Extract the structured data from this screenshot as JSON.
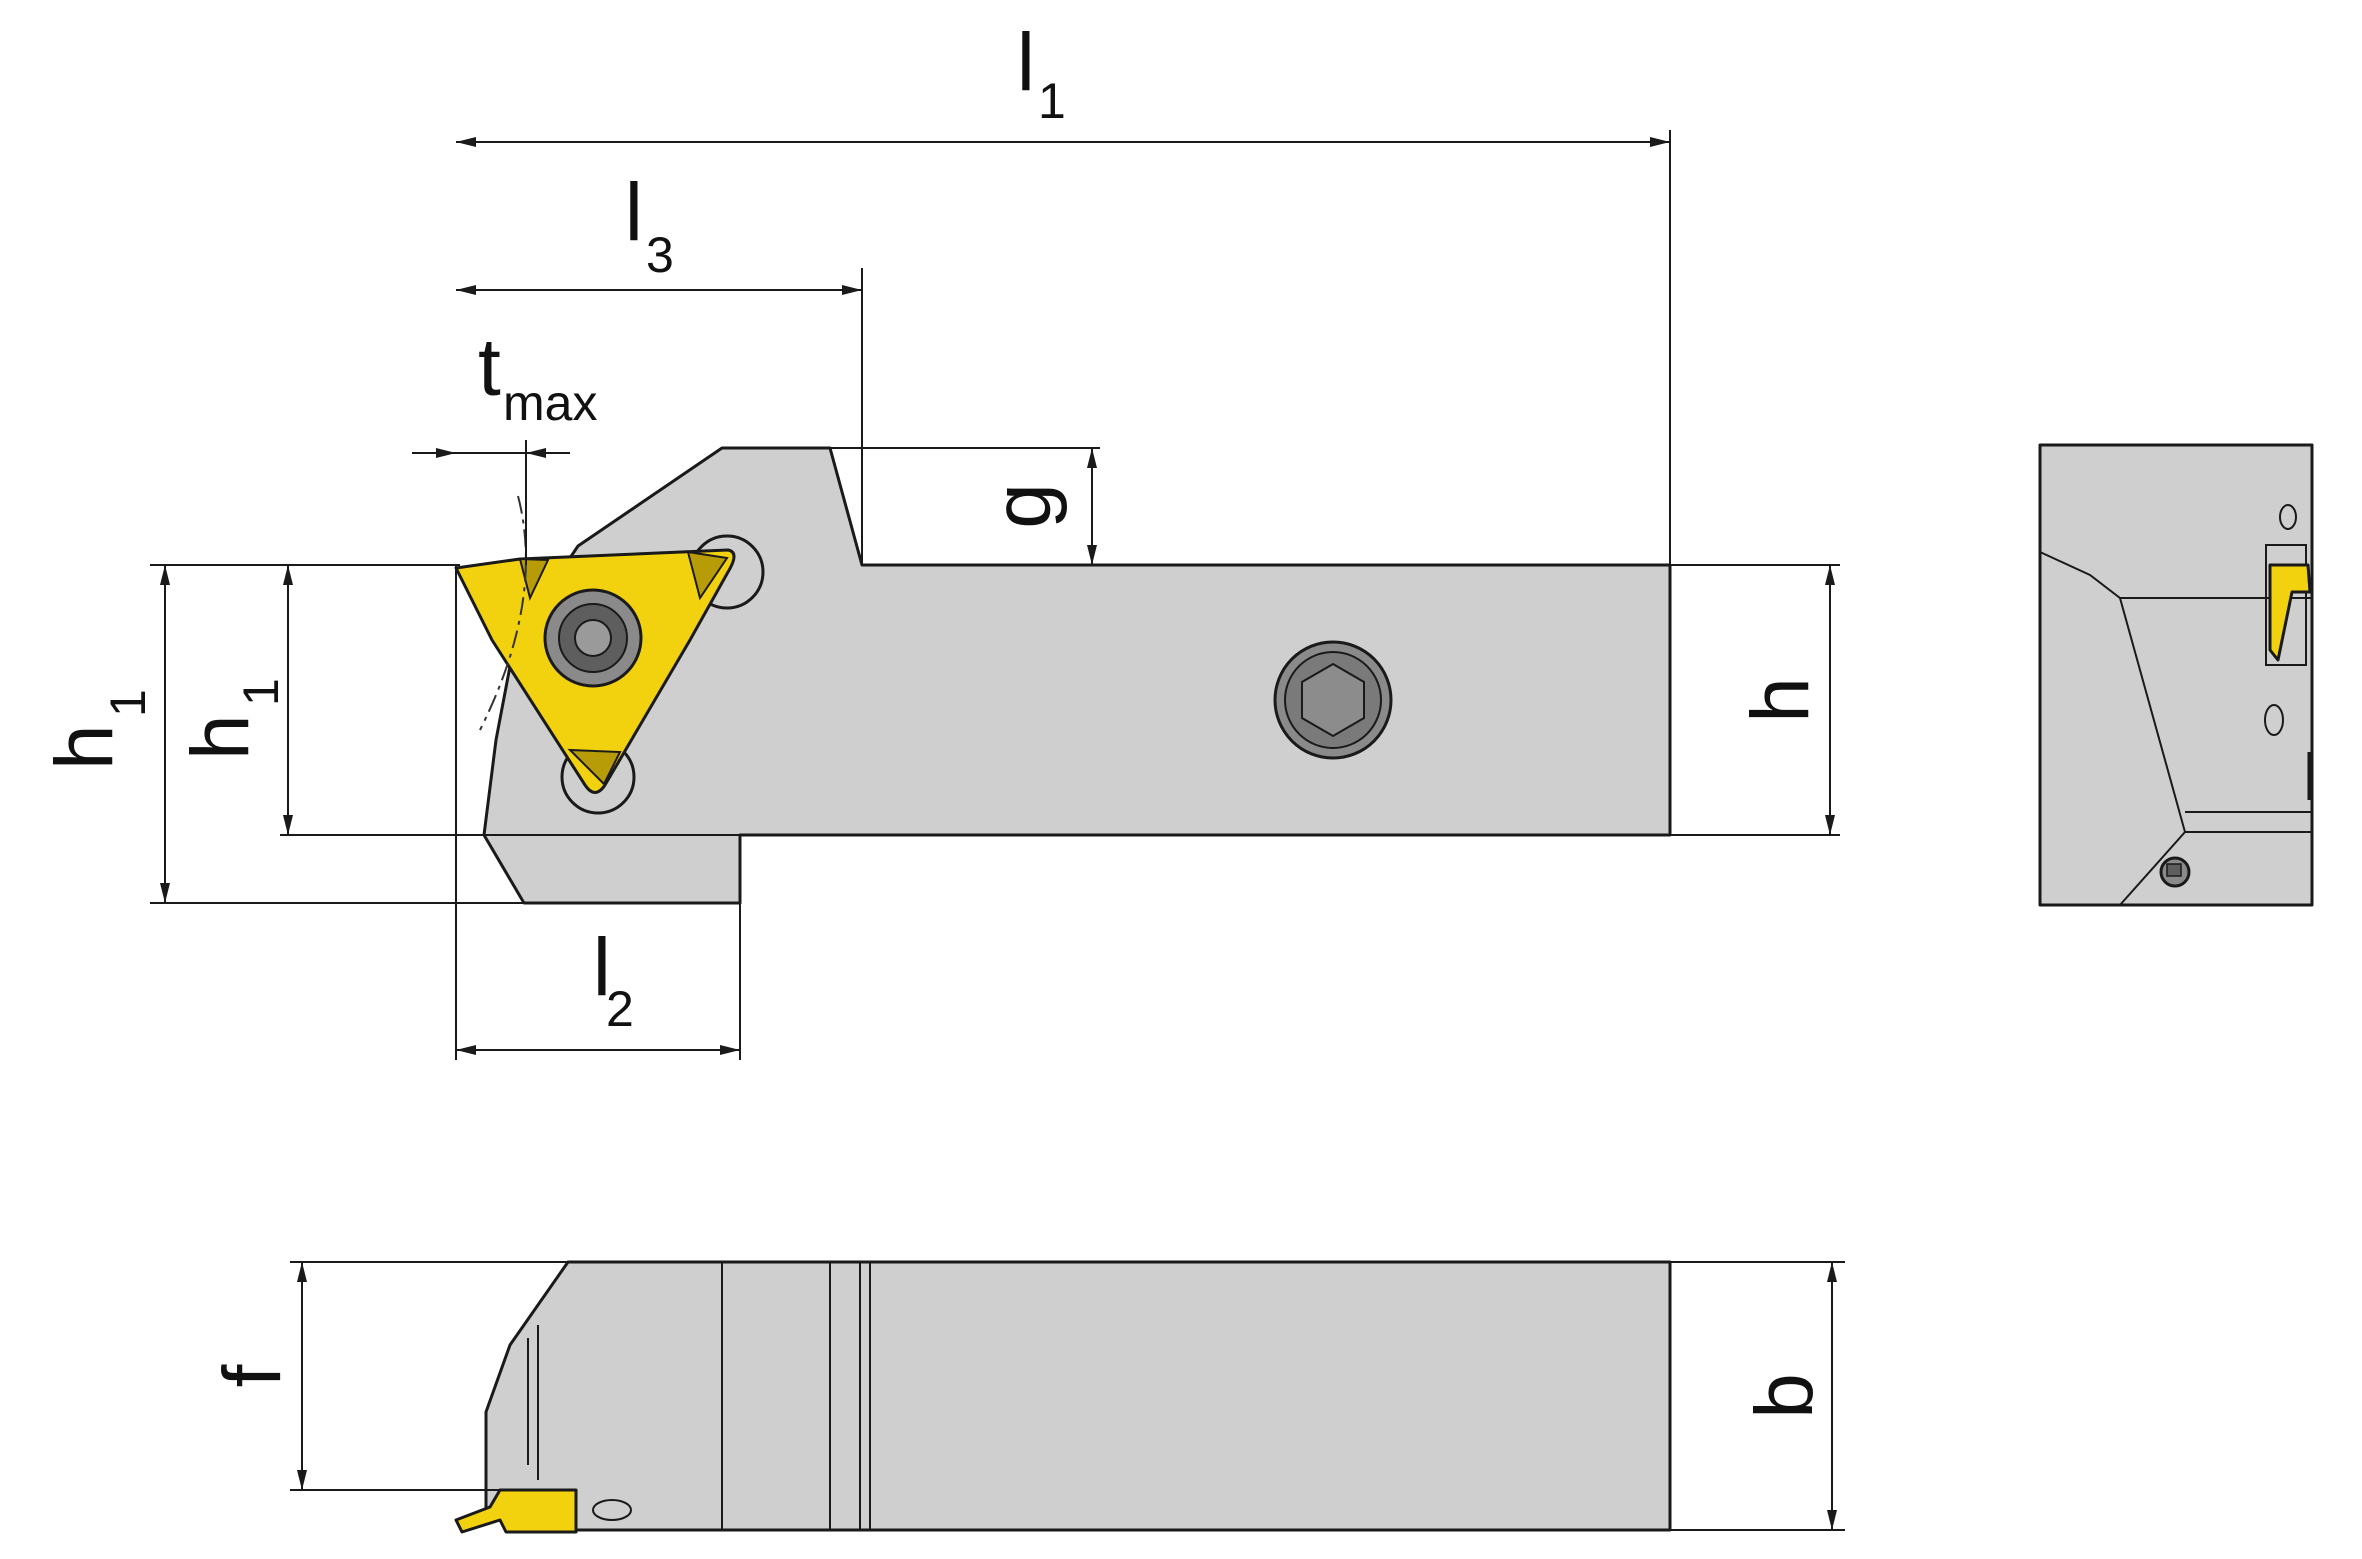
{
  "labels": {
    "l1": {
      "main": "l",
      "sub": "1"
    },
    "l3": {
      "main": "l",
      "sub": "3"
    },
    "tmax": {
      "main": "t",
      "sub": "max"
    },
    "g": {
      "main": "g"
    },
    "h1_outer": {
      "main": "h",
      "sub": "1"
    },
    "h1_inner": {
      "main": "h",
      "sub": "1"
    },
    "h": {
      "main": "h"
    },
    "l2": {
      "main": "l",
      "sub": "2"
    },
    "f": {
      "main": "f"
    },
    "b": {
      "main": "b"
    }
  },
  "colors": {
    "body": "#cfcfcf",
    "insert": "#f2d20f",
    "outline": "#1a1a1a",
    "screw": "#8a8a8a"
  },
  "icons": {
    "clamp_screw": "hex-socket-screw-icon",
    "insert_screw": "torx-screw-icon"
  }
}
